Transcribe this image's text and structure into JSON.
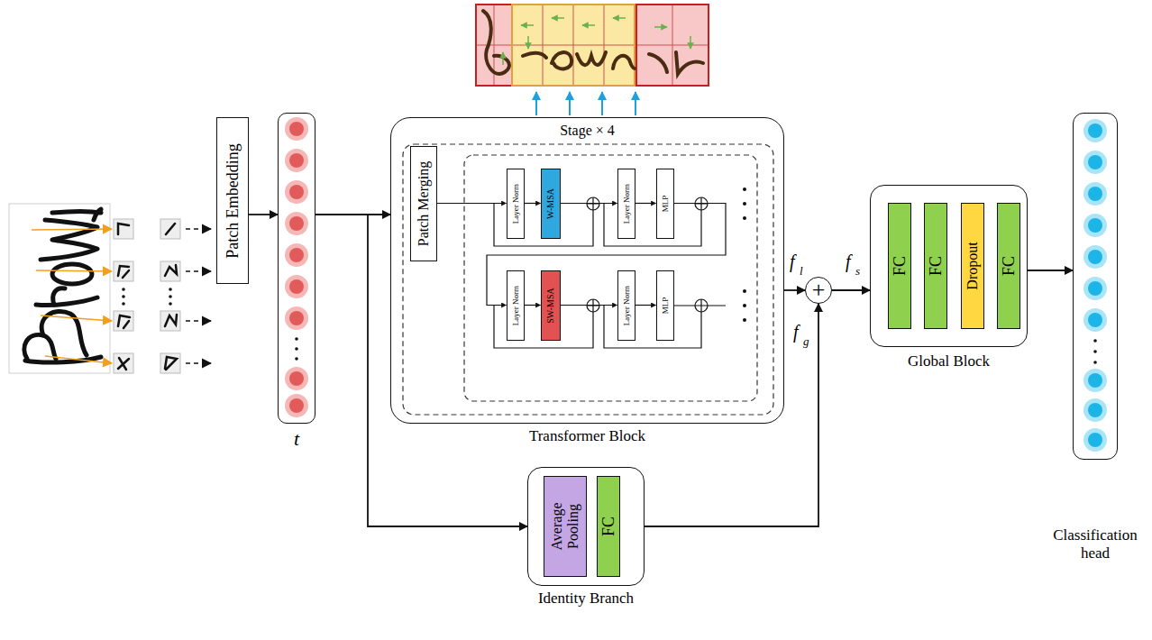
{
  "diagram": {
    "nodes": [
      {
        "text": [
          "Patch Embedding"
        ]
      },
      {
        "text": [
          "t"
        ]
      },
      {
        "text": [
          "Stage × 4",
          "Transformer Block"
        ]
      },
      {
        "text": [
          "Patch Merging"
        ],
        "in": 2
      },
      {
        "text": [
          "Layer Norm"
        ],
        "in": 2
      },
      {
        "text": [
          "W-MSA"
        ],
        "in": 2
      },
      {
        "text": [
          "Layer Norm"
        ],
        "in": 2
      },
      {
        "text": [
          "MLP"
        ],
        "in": 2
      },
      {
        "text": [
          "Layer Norm"
        ],
        "in": 2
      },
      {
        "text": [
          "SW-MSA"
        ],
        "in": 2
      },
      {
        "text": [
          "Layer Norm"
        ],
        "in": 2
      },
      {
        "text": [
          "MLP"
        ],
        "in": 2
      },
      {
        "text": [
          "+"
        ]
      },
      {
        "text": [
          "Global Block"
        ]
      },
      {
        "text": [
          "FC"
        ],
        "in": 13
      },
      {
        "text": [
          "FC"
        ],
        "in": 13
      },
      {
        "text": [
          "Dropout"
        ],
        "in": 13
      },
      {
        "text": [
          "FC"
        ],
        "in": 13
      },
      {
        "text": [
          "Identity Branch"
        ]
      },
      {
        "text": [
          "Average Pooling"
        ],
        "in": 18
      },
      {
        "text": [
          "FC"
        ],
        "in": 18
      },
      {
        "text": [
          "Classification head"
        ]
      }
    ],
    "edges": [
      {
        "from": 0,
        "to": 1,
        "arrow": "to"
      },
      {
        "from": 1,
        "to": 2,
        "arrow": "to"
      },
      {
        "from": 1,
        "to": 18,
        "arrow": "to"
      },
      {
        "from": 2,
        "to": 12,
        "arrow": "to"
      },
      {
        "from": 18,
        "to": 12,
        "arrow": "to"
      },
      {
        "from": 12,
        "to": 13,
        "arrow": "to"
      },
      {
        "from": 13,
        "to": 21,
        "arrow": "to"
      },
      {
        "from": 3,
        "to": 4,
        "arrow": "to"
      },
      {
        "from": 4,
        "to": 5,
        "arrow": "to"
      },
      {
        "from": 5,
        "to": 6,
        "arrow": "to"
      },
      {
        "from": 6,
        "to": 7,
        "arrow": "to"
      },
      {
        "from": 7,
        "to": 8,
        "arrow": "to"
      },
      {
        "from": 8,
        "to": 9,
        "arrow": "to"
      },
      {
        "from": 9,
        "to": 10,
        "arrow": "to"
      },
      {
        "from": 10,
        "to": 11,
        "arrow": "to"
      }
    ],
    "labels": [
      "f",
      "l",
      "f",
      "s",
      "f",
      "g"
    ]
  }
}
